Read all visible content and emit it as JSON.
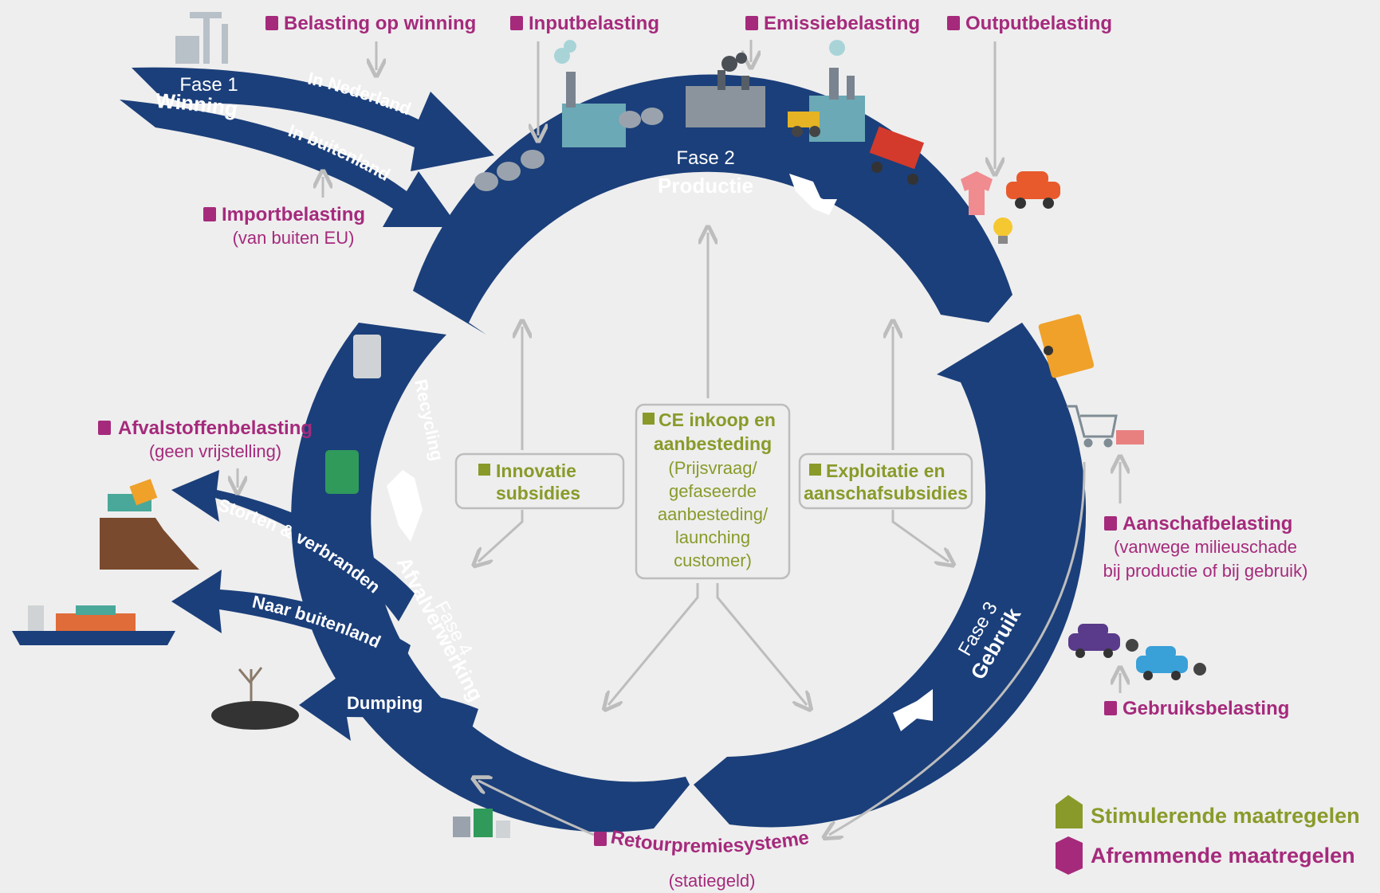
{
  "phases": {
    "fase1": {
      "small": "Fase 1",
      "big": "Winning"
    },
    "fase2": {
      "small": "Fase 2",
      "big": "Productie"
    },
    "fase3": {
      "small": "Fase 3",
      "big": "Gebruik"
    },
    "fase4": {
      "small": "Fase 4",
      "big": "Afvalverwerking"
    }
  },
  "flows": {
    "in_nederland": "In Nederland",
    "in_buitenland": "In buitenland",
    "recycling": "Recycling",
    "storten": "Storten & verbranden",
    "naar_buitenland": "Naar buitenland",
    "dumping": "Dumping"
  },
  "taxes": {
    "winning": "Belasting op winning",
    "input": "Inputbelasting",
    "emissie": "Emissiebelasting",
    "output": "Outputbelasting",
    "import": "Importbelasting",
    "import_sub": "(van buiten EU)",
    "afval": "Afvalstoffenbelasting",
    "afval_sub": "(geen vrijstelling)",
    "aanschaf": "Aanschafbelasting",
    "aanschaf_sub1": "(vanwege milieuschade",
    "aanschaf_sub2": "bij productie of bij gebruik)",
    "gebruik": "Gebruiksbelasting",
    "retour": "Retourpremiesystemen",
    "retour_sub": "(statiegeld)"
  },
  "stimuli": {
    "innovatie": [
      "Innovatie",
      "subsidies"
    ],
    "ce_title": [
      "CE inkoop en",
      "aanbesteding"
    ],
    "ce_sub": [
      "(Prijsvraag/",
      "gefaseerde",
      "aanbesteding/",
      "launching",
      "customer)"
    ],
    "exploitatie": [
      "Exploitatie en",
      "aanschafsubsidies"
    ]
  },
  "legend": {
    "stimulerend": "Stimulerende maatregelen",
    "afremmend": "Afremmende maatregelen"
  },
  "colors": {
    "navy": "#1b3f7a",
    "magenta": "#a52a7c",
    "olive": "#8a9a2a",
    "grey_arrow": "#bdbdbd",
    "background": "#eeeeee"
  }
}
